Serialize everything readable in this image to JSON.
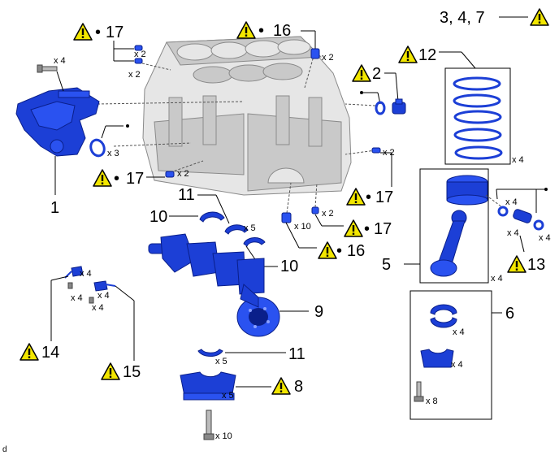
{
  "figure_code": "d",
  "colors": {
    "part_blue": "#1c3fd6",
    "warning_yellow": "#f2e600",
    "block_grey": "#e6e6e6"
  },
  "warning_icon": "caution-triangle-icon",
  "callouts": {
    "c1": "1",
    "c2": "2",
    "c3": "3, 4, 7",
    "c5": "5",
    "c6": "6",
    "c8": "8",
    "c9": "9",
    "c10a": "10",
    "c10b": "10",
    "c11a": "11",
    "c11b": "11",
    "c12": "12",
    "c13": "13",
    "c14": "14",
    "c15": "15",
    "c16a": "16",
    "c16b": "16",
    "c17a": "17",
    "c17b": "17",
    "c17c": "17",
    "c17d": "17"
  },
  "bullet": "•",
  "quantities": {
    "q_pump_bolt": "x 4",
    "q_pin_top1": "x 2",
    "q_pin_top2": "x 2",
    "q_plug_top": "x 2",
    "q_oring_left": "x 3",
    "q_pin_left": "x 2",
    "q_pin_right": "x 2",
    "q_pin_bottom1": "x 2",
    "q_plug_bottom": "x 10",
    "q_bearing_upper": "x 5",
    "q_rings": "x 4",
    "q_piston_pin": "x 4",
    "q_snap_ring": "x 4",
    "q_piston": "x 4",
    "q_rod": "x 4",
    "q_nozzle14": "x 4",
    "q_bolt14": "x 4",
    "q_nozzle15": "x 4",
    "q_bolt15": "x 4",
    "q_rod_bearing1": "x 4",
    "q_rod_bearing2": "x 4",
    "q_rod_bolt": "x 8",
    "q_bearing_lower": "x 5",
    "q_cap": "x 5",
    "q_cap_bolt": "x 10"
  }
}
